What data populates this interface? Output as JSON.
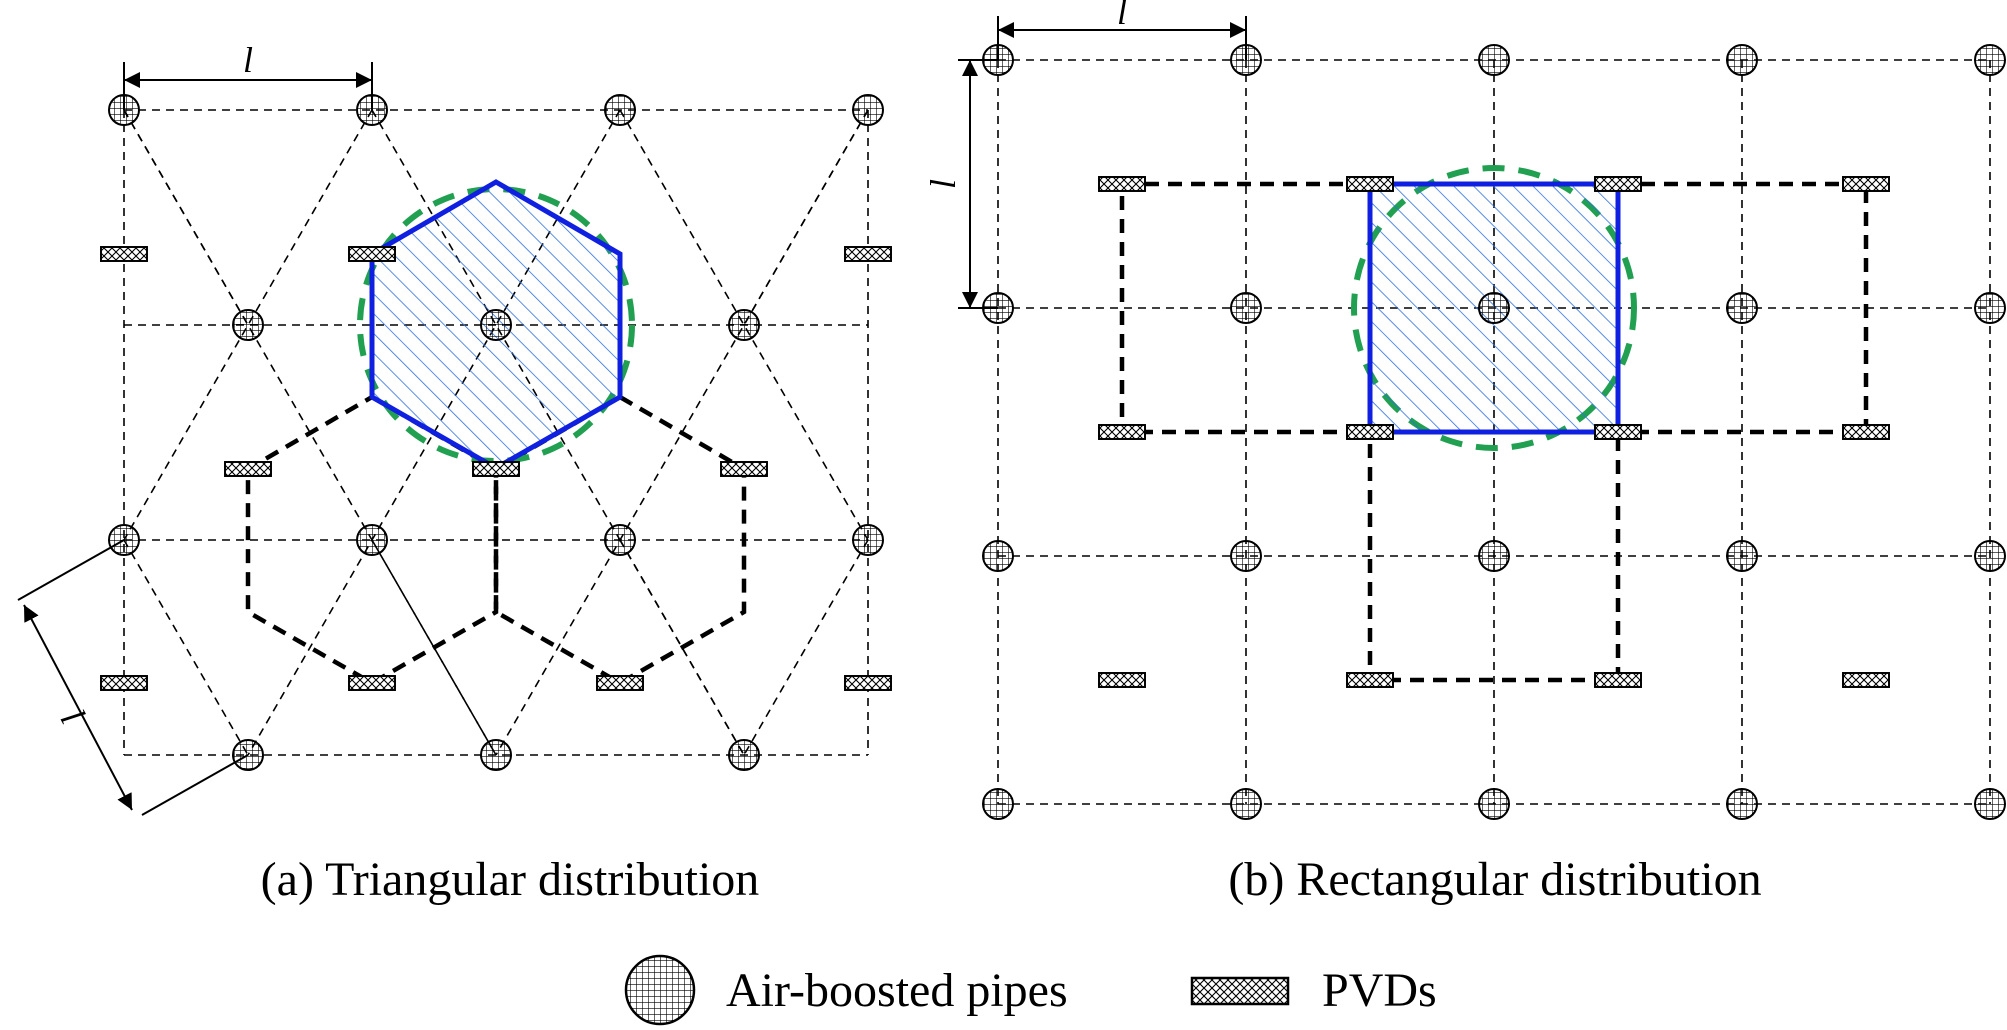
{
  "panels": {
    "a": {
      "caption": "(a) Triangular distribution",
      "dimension_label": "l"
    },
    "b": {
      "caption": "(b) Rectangular distribution",
      "dimension_label": "l"
    }
  },
  "legend": {
    "pipe_label": "Air-boosted pipes",
    "pvd_label": "PVDs",
    "pipe_icon": "crosshatched-circle-icon",
    "pvd_icon": "crosshatched-rectangle-icon"
  },
  "colors": {
    "unit_cell_outline": "#1020e0",
    "equivalent_circle": "#20a050",
    "grid": "#000000"
  }
}
